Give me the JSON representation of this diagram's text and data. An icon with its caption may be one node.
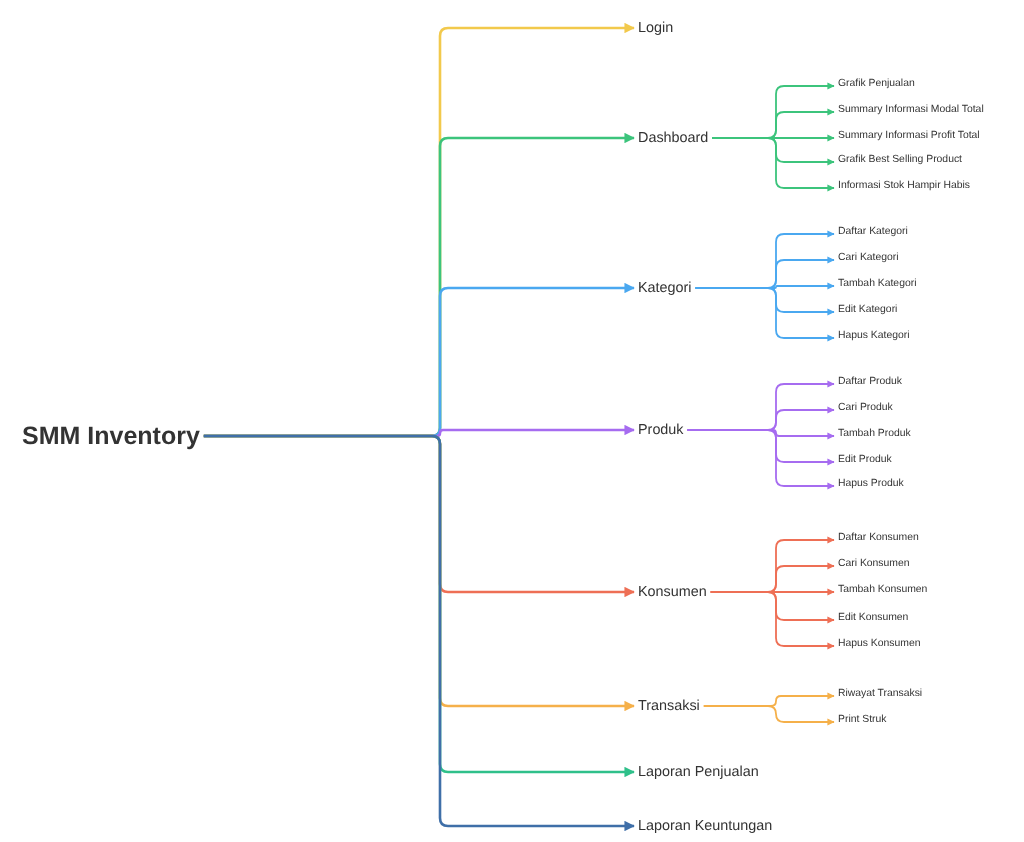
{
  "diagram": {
    "nodes": [
      {
        "text": [
          "SMM Inventory"
        ]
      },
      {
        "text": [
          "Login"
        ]
      },
      {
        "text": [
          "Dashboard"
        ]
      },
      {
        "text": [
          "Grafik Penjualan"
        ]
      },
      {
        "text": [
          "Summary Informasi Modal Total"
        ]
      },
      {
        "text": [
          "Summary Informasi Profit Total"
        ]
      },
      {
        "text": [
          "Grafik Best Selling Product"
        ]
      },
      {
        "text": [
          "Informasi Stok Hampir Habis"
        ]
      },
      {
        "text": [
          "Kategori"
        ]
      },
      {
        "text": [
          "Daftar Kategori"
        ]
      },
      {
        "text": [
          "Cari Kategori"
        ]
      },
      {
        "text": [
          "Tambah Kategori"
        ]
      },
      {
        "text": [
          "Edit Kategori"
        ]
      },
      {
        "text": [
          "Hapus Kategori"
        ]
      },
      {
        "text": [
          "Produk"
        ]
      },
      {
        "text": [
          "Daftar Produk"
        ]
      },
      {
        "text": [
          "Cari Produk"
        ]
      },
      {
        "text": [
          "Tambah Produk"
        ]
      },
      {
        "text": [
          "Edit Produk"
        ]
      },
      {
        "text": [
          "Hapus Produk"
        ]
      },
      {
        "text": [
          "Konsumen"
        ]
      },
      {
        "text": [
          "Daftar Konsumen"
        ]
      },
      {
        "text": [
          "Cari Konsumen"
        ]
      },
      {
        "text": [
          "Tambah Konsumen"
        ]
      },
      {
        "text": [
          "Edit Konsumen"
        ]
      },
      {
        "text": [
          "Hapus Konsumen"
        ]
      },
      {
        "text": [
          "Transaksi"
        ]
      },
      {
        "text": [
          "Riwayat Transaksi"
        ]
      },
      {
        "text": [
          "Print Struk"
        ]
      },
      {
        "text": [
          "Laporan Penjualan"
        ]
      },
      {
        "text": [
          "Laporan Keuntungan"
        ]
      }
    ],
    "edges": [
      {
        "from": 0,
        "to": 1,
        "arrow": "to",
        "color": "#f2c94c"
      },
      {
        "from": 0,
        "to": 2,
        "arrow": "to",
        "color": "#3cc47c"
      },
      {
        "from": 2,
        "to": 3,
        "arrow": "to",
        "color": "#3cc47c"
      },
      {
        "from": 2,
        "to": 4,
        "arrow": "to",
        "color": "#3cc47c"
      },
      {
        "from": 2,
        "to": 5,
        "arrow": "to",
        "color": "#3cc47c"
      },
      {
        "from": 2,
        "to": 6,
        "arrow": "to",
        "color": "#3cc47c"
      },
      {
        "from": 2,
        "to": 7,
        "arrow": "to",
        "color": "#3cc47c"
      },
      {
        "from": 0,
        "to": 8,
        "arrow": "to",
        "color": "#4aa8f0"
      },
      {
        "from": 8,
        "to": 9,
        "arrow": "to",
        "color": "#4aa8f0"
      },
      {
        "from": 8,
        "to": 10,
        "arrow": "to",
        "color": "#4aa8f0"
      },
      {
        "from": 8,
        "to": 11,
        "arrow": "to",
        "color": "#4aa8f0"
      },
      {
        "from": 8,
        "to": 12,
        "arrow": "to",
        "color": "#4aa8f0"
      },
      {
        "from": 8,
        "to": 13,
        "arrow": "to",
        "color": "#4aa8f0"
      },
      {
        "from": 0,
        "to": 14,
        "arrow": "to",
        "color": "#a66cf0"
      },
      {
        "from": 14,
        "to": 15,
        "arrow": "to",
        "color": "#a66cf0"
      },
      {
        "from": 14,
        "to": 16,
        "arrow": "to",
        "color": "#a66cf0"
      },
      {
        "from": 14,
        "to": 17,
        "arrow": "to",
        "color": "#a66cf0"
      },
      {
        "from": 14,
        "to": 18,
        "arrow": "to",
        "color": "#a66cf0"
      },
      {
        "from": 14,
        "to": 19,
        "arrow": "to",
        "color": "#a66cf0"
      },
      {
        "from": 0,
        "to": 20,
        "arrow": "to",
        "color": "#ee6f55"
      },
      {
        "from": 20,
        "to": 21,
        "arrow": "to",
        "color": "#ee6f55"
      },
      {
        "from": 20,
        "to": 22,
        "arrow": "to",
        "color": "#ee6f55"
      },
      {
        "from": 20,
        "to": 23,
        "arrow": "to",
        "color": "#ee6f55"
      },
      {
        "from": 20,
        "to": 24,
        "arrow": "to",
        "color": "#ee6f55"
      },
      {
        "from": 20,
        "to": 25,
        "arrow": "to",
        "color": "#ee6f55"
      },
      {
        "from": 0,
        "to": 26,
        "arrow": "to",
        "color": "#f5b04a"
      },
      {
        "from": 26,
        "to": 27,
        "arrow": "to",
        "color": "#f5b04a"
      },
      {
        "from": 26,
        "to": 28,
        "arrow": "to",
        "color": "#f5b04a"
      },
      {
        "from": 0,
        "to": 29,
        "arrow": "to",
        "color": "#2fc08a"
      },
      {
        "from": 0,
        "to": 30,
        "arrow": "to",
        "color": "#3f6fa8"
      }
    ]
  }
}
